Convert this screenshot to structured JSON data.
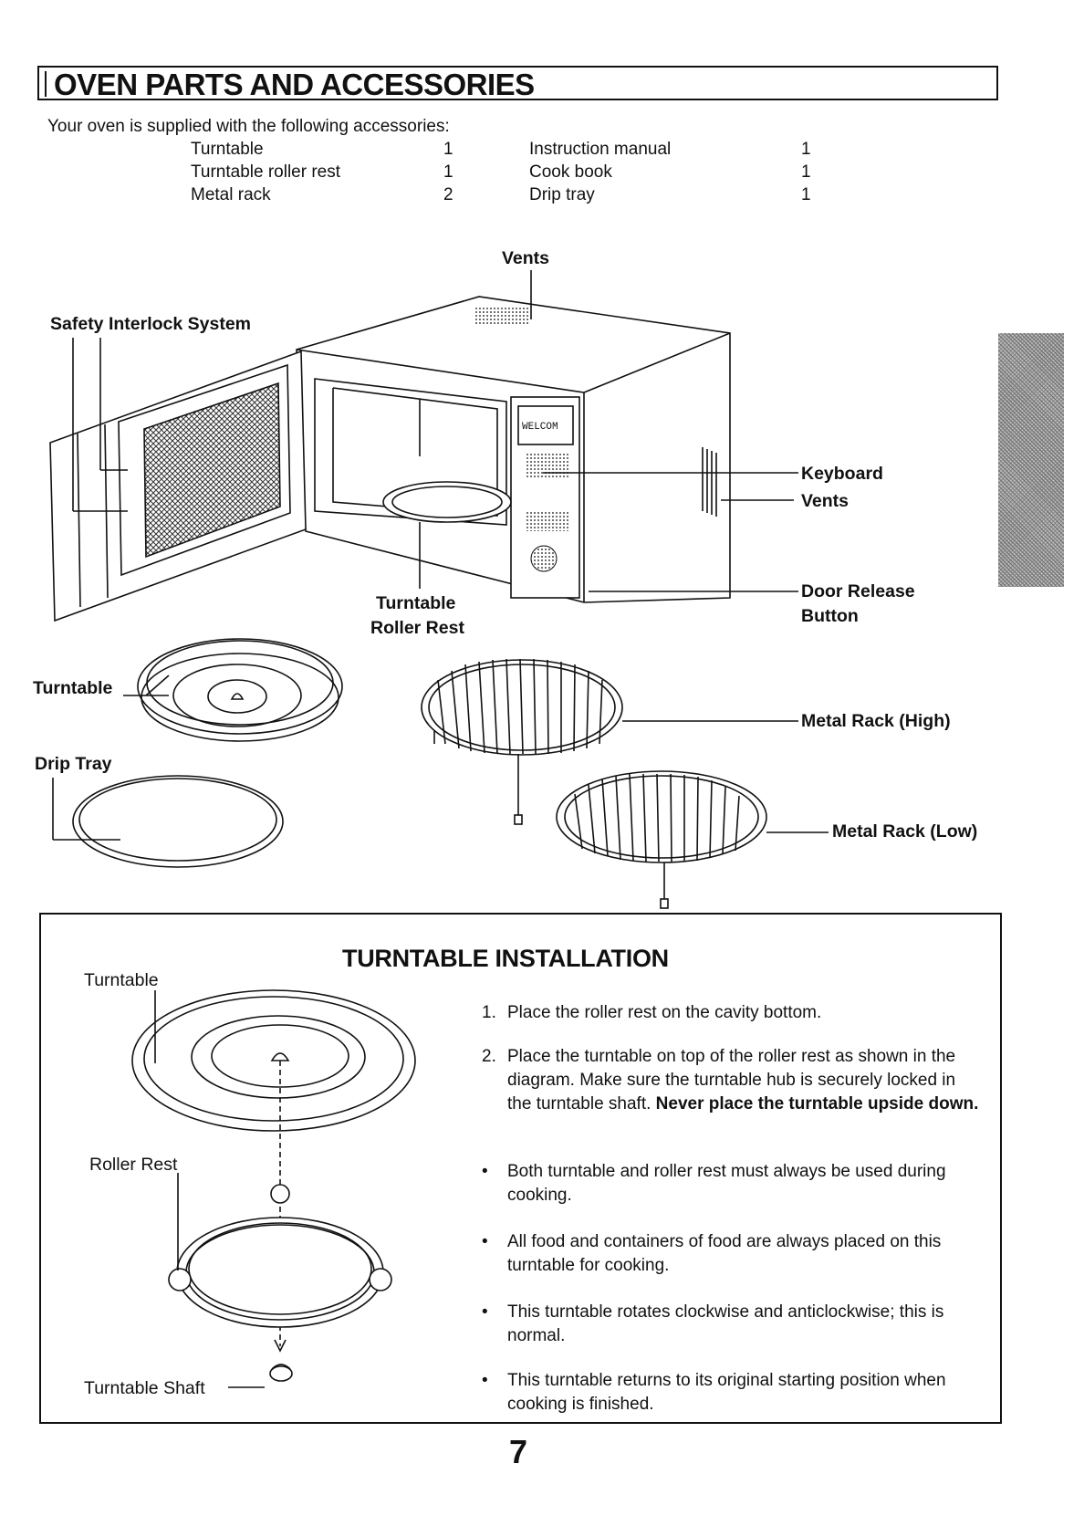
{
  "header": {
    "title": "OVEN PARTS AND ACCESSORIES",
    "intro": "Your oven is supplied with the following accessories:"
  },
  "accessories": [
    {
      "name": "Turntable",
      "qty": "1"
    },
    {
      "name": "Turntable roller rest",
      "qty": "1"
    },
    {
      "name": "Metal rack",
      "qty": "2"
    },
    {
      "name": "Instruction manual",
      "qty": "1"
    },
    {
      "name": "Cook book",
      "qty": "1"
    },
    {
      "name": "Drip tray",
      "qty": "1"
    }
  ],
  "labels": {
    "vents_top": "Vents",
    "safety_interlock": "Safety Interlock System",
    "keyboard": "Keyboard",
    "vents_side": "Vents",
    "door_release_1": "Door Release",
    "door_release_2": "Button",
    "turntable_roller_1": "Turntable",
    "turntable_roller_2": "Roller Rest",
    "turntable": "Turntable",
    "drip_tray": "Drip Tray",
    "metal_rack_high": "Metal Rack (High)",
    "metal_rack_low": "Metal Rack (Low)"
  },
  "display_text": "WELCOM",
  "installation": {
    "title": "TURNTABLE INSTALLATION",
    "diagram_labels": {
      "turntable": "Turntable",
      "roller_rest": "Roller Rest",
      "turntable_shaft": "Turntable Shaft"
    },
    "steps": [
      {
        "marker": "1.",
        "text": "Place the roller rest on the cavity bottom."
      },
      {
        "marker": "2.",
        "text": "Place the turntable on top of the roller rest as shown in the diagram. Make sure the turntable hub is securely locked in the turntable shaft.",
        "bold": "Never place the turntable upside down."
      }
    ],
    "bullets": [
      {
        "marker": "•",
        "text": "Both turntable and roller rest must always be used during cooking."
      },
      {
        "marker": "•",
        "text": "All food and containers of food are always placed on this turntable for cooking."
      },
      {
        "marker": "•",
        "text": "This turntable rotates clockwise and anticlockwise; this is normal."
      },
      {
        "marker": "•",
        "text": "This turntable returns to its original starting position when cooking is finished."
      }
    ]
  },
  "page_number": "7"
}
